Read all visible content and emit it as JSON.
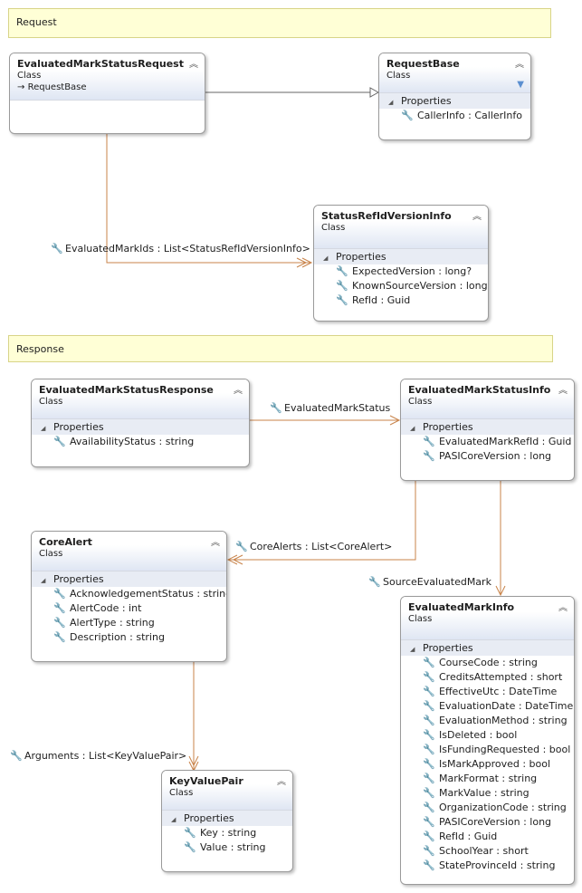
{
  "notes": {
    "request": "Request",
    "response": "Response"
  },
  "class_type_label": "Class",
  "properties_label": "Properties",
  "icons": {
    "property": "wrench-icon",
    "collapse": "chevron-up-icon",
    "filter": "filter-icon",
    "base_arrow": "inheritance-arrow-icon"
  },
  "colors": {
    "note_fill": "#ffffd6",
    "header_gradient": "#dfe6f3",
    "association_line": "#c8834a",
    "inheritance_line": "#666666"
  },
  "classes": {
    "evaluated_mark_status_request": {
      "name": "EvaluatedMarkStatusRequest",
      "base": "RequestBase"
    },
    "request_base": {
      "name": "RequestBase",
      "properties": [
        "CallerInfo : CallerInfo"
      ]
    },
    "status_ref_id_version_info": {
      "name": "StatusRefIdVersionInfo",
      "properties": [
        "ExpectedVersion : long?",
        "KnownSourceVersion : long?",
        "RefId : Guid"
      ]
    },
    "evaluated_mark_status_response": {
      "name": "EvaluatedMarkStatusResponse",
      "properties": [
        "AvailabilityStatus : string"
      ]
    },
    "evaluated_mark_status_info": {
      "name": "EvaluatedMarkStatusInfo",
      "properties": [
        "EvaluatedMarkRefId : Guid",
        "PASICoreVersion : long"
      ]
    },
    "core_alert": {
      "name": "CoreAlert",
      "properties": [
        "AcknowledgementStatus : string",
        "AlertCode : int",
        "AlertType : string",
        "Description : string"
      ]
    },
    "evaluated_mark_info": {
      "name": "EvaluatedMarkInfo",
      "properties": [
        "CourseCode : string",
        "CreditsAttempted : short",
        "EffectiveUtc : DateTime",
        "EvaluationDate : DateTime",
        "EvaluationMethod : string",
        "IsDeleted : bool",
        "IsFundingRequested : bool",
        "IsMarkApproved : bool",
        "MarkFormat : string",
        "MarkValue : string",
        "OrganizationCode : string",
        "PASICoreVersion : long",
        "RefId : Guid",
        "SchoolYear : short",
        "StateProvinceId : string"
      ]
    },
    "key_value_pair": {
      "name": "KeyValuePair",
      "properties": [
        "Key : string",
        "Value : string"
      ]
    }
  },
  "associations": {
    "evaluated_mark_ids": "EvaluatedMarkIds : List<StatusRefIdVersionInfo>",
    "evaluated_mark_status": "EvaluatedMarkStatus",
    "core_alerts": "CoreAlerts : List<CoreAlert>",
    "source_evaluated_mark": "SourceEvaluatedMark",
    "arguments": "Arguments : List<KeyValuePair>"
  }
}
